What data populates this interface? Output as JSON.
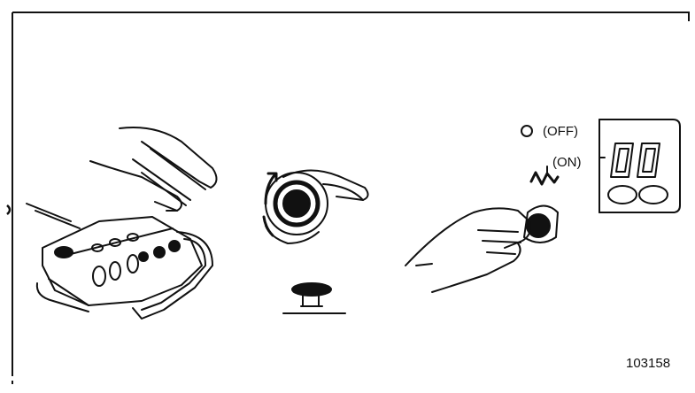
{
  "labels": {
    "off": "(OFF)",
    "on": "(ON)"
  },
  "figure_number": "103158",
  "colors": {
    "line": "#111111",
    "background": "#ffffff"
  },
  "icons": {
    "hand_on_cluster": "hand-touching-cluster-icon",
    "rotating_knob": "rotating-knob-icon",
    "knob_side_view": "knob-side-view-icon",
    "hand_turning_switch": "hand-turning-switch-icon",
    "display": "two-digit-display-icon"
  }
}
